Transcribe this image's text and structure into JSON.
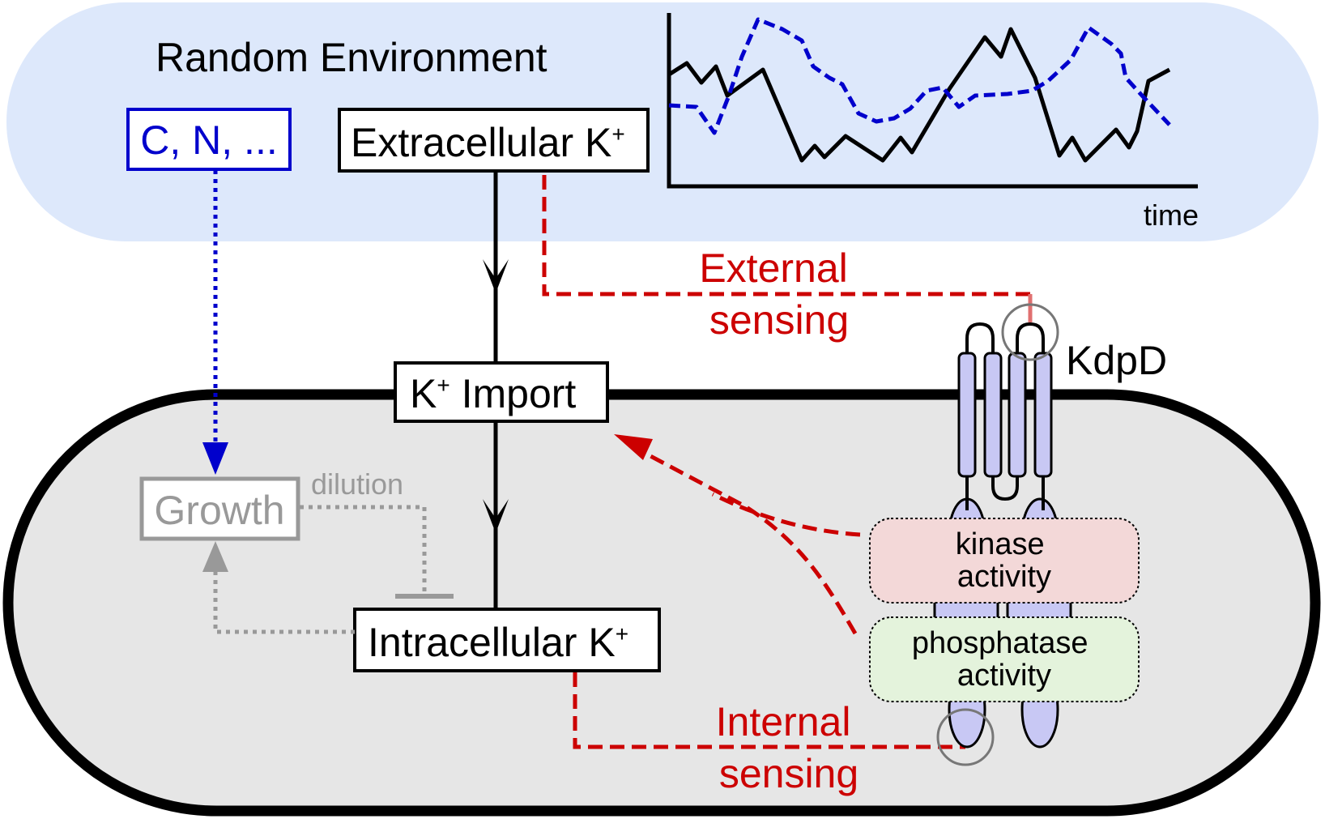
{
  "environment": {
    "title": "Random Environment",
    "nutrients_label": "C, N, ...",
    "time_label": "time"
  },
  "nodes": {
    "extracellular": {
      "label": "Extracellular K",
      "sup": "+"
    },
    "import": {
      "label": " Import",
      "prefix": "K",
      "sup": "+"
    },
    "intracellular": {
      "label": "Intracellular K",
      "sup": "+"
    },
    "growth": {
      "label": "Growth"
    }
  },
  "edges": {
    "dilution_label": "dilution",
    "external_sensing": [
      "External",
      "sensing"
    ],
    "internal_sensing": [
      "Internal",
      "sensing"
    ]
  },
  "kdpd": {
    "name": "KdpD",
    "kinase": [
      "kinase",
      "activity"
    ],
    "phosphatase": [
      "phosphatase",
      "activity"
    ]
  },
  "colors": {
    "environment_bg": "#dde8fb",
    "cell_bg": "#e6e6e6",
    "red": "#cc0000",
    "blue": "#0000cc",
    "gray": "#999999",
    "kinase_bg": "#f3d8d8",
    "phosphatase_bg": "#e4f3dc",
    "helix_fill": "#c8c8f4"
  }
}
